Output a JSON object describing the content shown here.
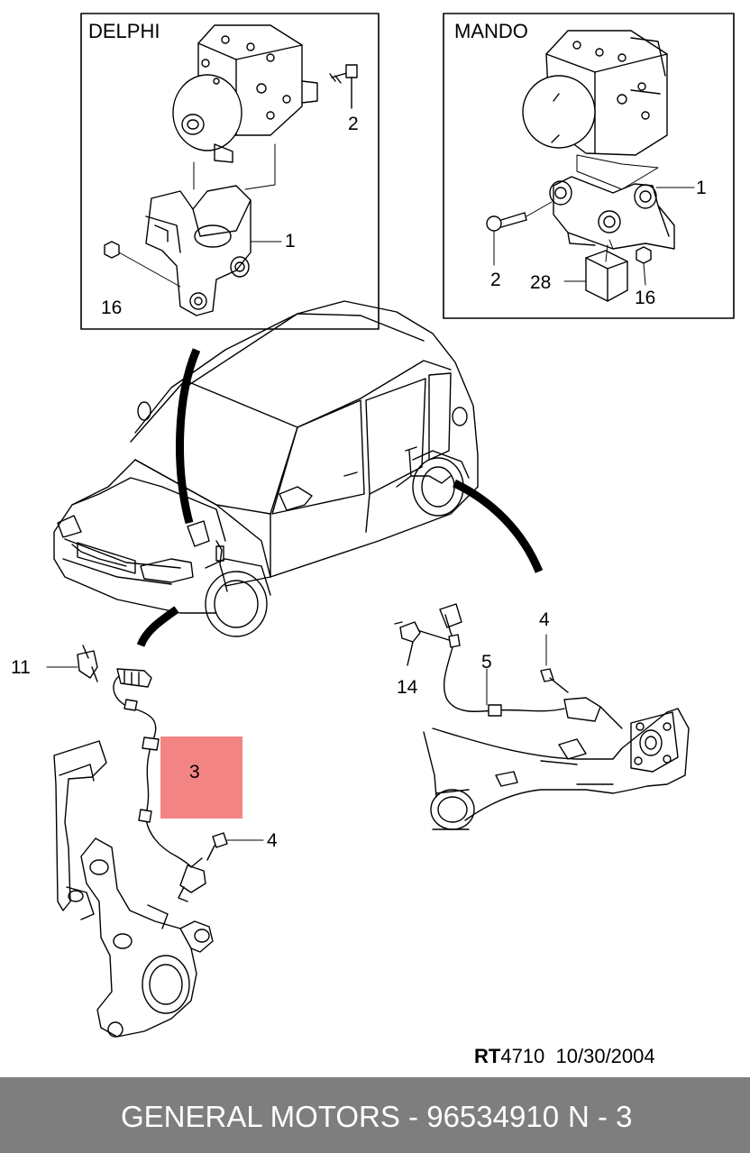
{
  "insets": {
    "left_title": "DELPHI",
    "right_title": "MANDO"
  },
  "callouts": {
    "delphi_bolt": "2",
    "delphi_bracket": "1",
    "delphi_nut": "16",
    "mando_bracket": "1",
    "mando_pin": "2",
    "mando_sensor": "28",
    "mando_nut": "16",
    "front_clip": "11",
    "front_sensor": "3",
    "front_bolt": "4",
    "rear_bolt": "4",
    "rear_sensor": "5",
    "rear_clip": "14"
  },
  "reference": {
    "code_prefix": "RT",
    "code_number": "4710",
    "date": "10/30/2004"
  },
  "footer": {
    "brand_part": "GENERAL MOTORS - 96534910",
    "position": "N - 3"
  },
  "colors": {
    "highlight": "#f28484",
    "footer_bg": "#7e7e7e",
    "footer_text": "#ffffff"
  }
}
